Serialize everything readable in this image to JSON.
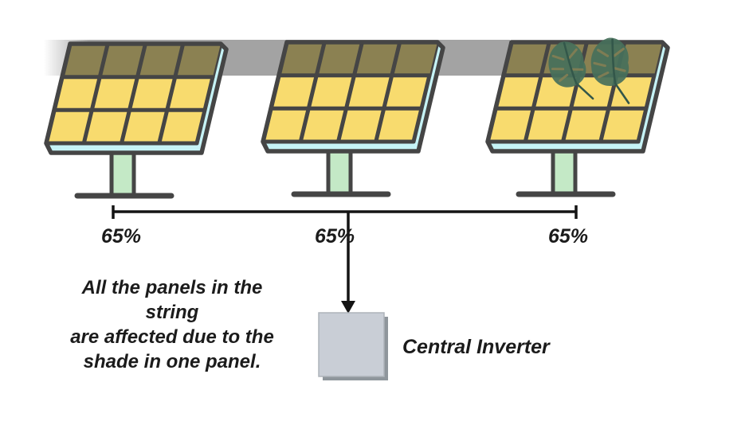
{
  "diagram": {
    "string_output_labels": [
      "65%",
      "65%",
      "65%"
    ],
    "caption_lines": [
      "All the panels in the string",
      "are affected due to the",
      "shade in one panel."
    ],
    "inverter_label": "Central Inverter"
  },
  "icons": {
    "panel": "solar-panel",
    "shade": "shade-band",
    "leaf": "monstera-leaf",
    "arrow": "arrow-down",
    "inverter": "inverter-box"
  },
  "colors": {
    "cell-yellow": "#F8DB6E",
    "cell-shaded": "#8B8152",
    "frame-dark": "#454545",
    "edge-cyan": "#C6F3F6",
    "shade-gray": "#A3A3A3",
    "pole-green": "#C4E9C6",
    "inverter-fill": "#C9CED6",
    "inverter-shadow": "#8F969C",
    "line-black": "#141414",
    "leaf-green": "#47705B",
    "text": "#1B1B1B"
  }
}
